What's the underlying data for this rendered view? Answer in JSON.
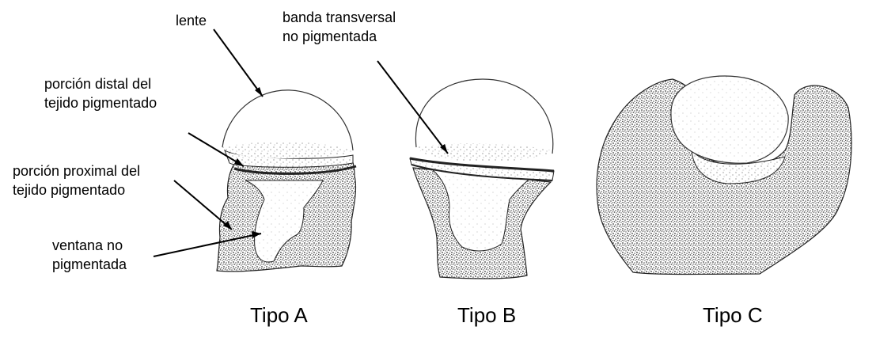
{
  "labels": {
    "lente": "lente",
    "banda_line1": "banda transversal",
    "banda_line2": "no pigmentada",
    "distal_line1": "porción distal del",
    "distal_line2": "tejido pigmentado",
    "proximal_line1": "porción proximal del",
    "proximal_line2": "tejido pigmentado",
    "ventana_line1": "ventana no",
    "ventana_line2": "pigmentada"
  },
  "captions": [
    "Tipo A",
    "Tipo B",
    "Tipo C"
  ],
  "colors": {
    "ink": "#000000",
    "stipple": "#4a4a4a",
    "background": "#ffffff"
  }
}
